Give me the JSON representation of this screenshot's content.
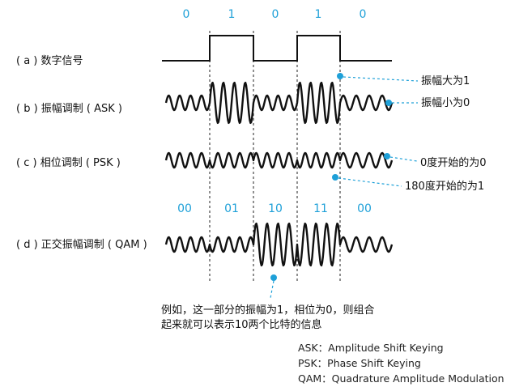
{
  "bits_top": [
    "0",
    "1",
    "0",
    "1",
    "0"
  ],
  "bits_qam": [
    "00",
    "01",
    "10",
    "11",
    "00"
  ],
  "signal_bits": [
    0,
    1,
    0,
    1,
    0
  ],
  "qam_symbols": [
    {
      "amplitude": 0,
      "phase": 0
    },
    {
      "amplitude": 0,
      "phase": 1
    },
    {
      "amplitude": 1,
      "phase": 0
    },
    {
      "amplitude": 1,
      "phase": 1
    },
    {
      "amplitude": 0,
      "phase": 0
    }
  ],
  "rows": {
    "a": "( a ) 数字信号",
    "b": "( b ) 振幅调制 ( ASK )",
    "c": "( c ) 相位调制 ( PSK )",
    "d": "( d ) 正交振幅调制 ( QAM )"
  },
  "annotations": {
    "amp_high": "振幅大为1",
    "amp_low": "振幅小为0",
    "phase_zero": "0度开始的为0",
    "phase_180": "180度开始的为1"
  },
  "qam_note": {
    "line1": "例如，这一部分的振幅为1，相位为0，则组合",
    "line2": "起来就可以表示10两个比特的信息"
  },
  "glossary": [
    "ASK：Amplitude Shift Keying",
    "PSK：Phase Shift Keying",
    "QAM：Quadrature Amplitude Modulation"
  ],
  "colors": {
    "accent": "#1ea0d8",
    "ink": "#111111"
  }
}
